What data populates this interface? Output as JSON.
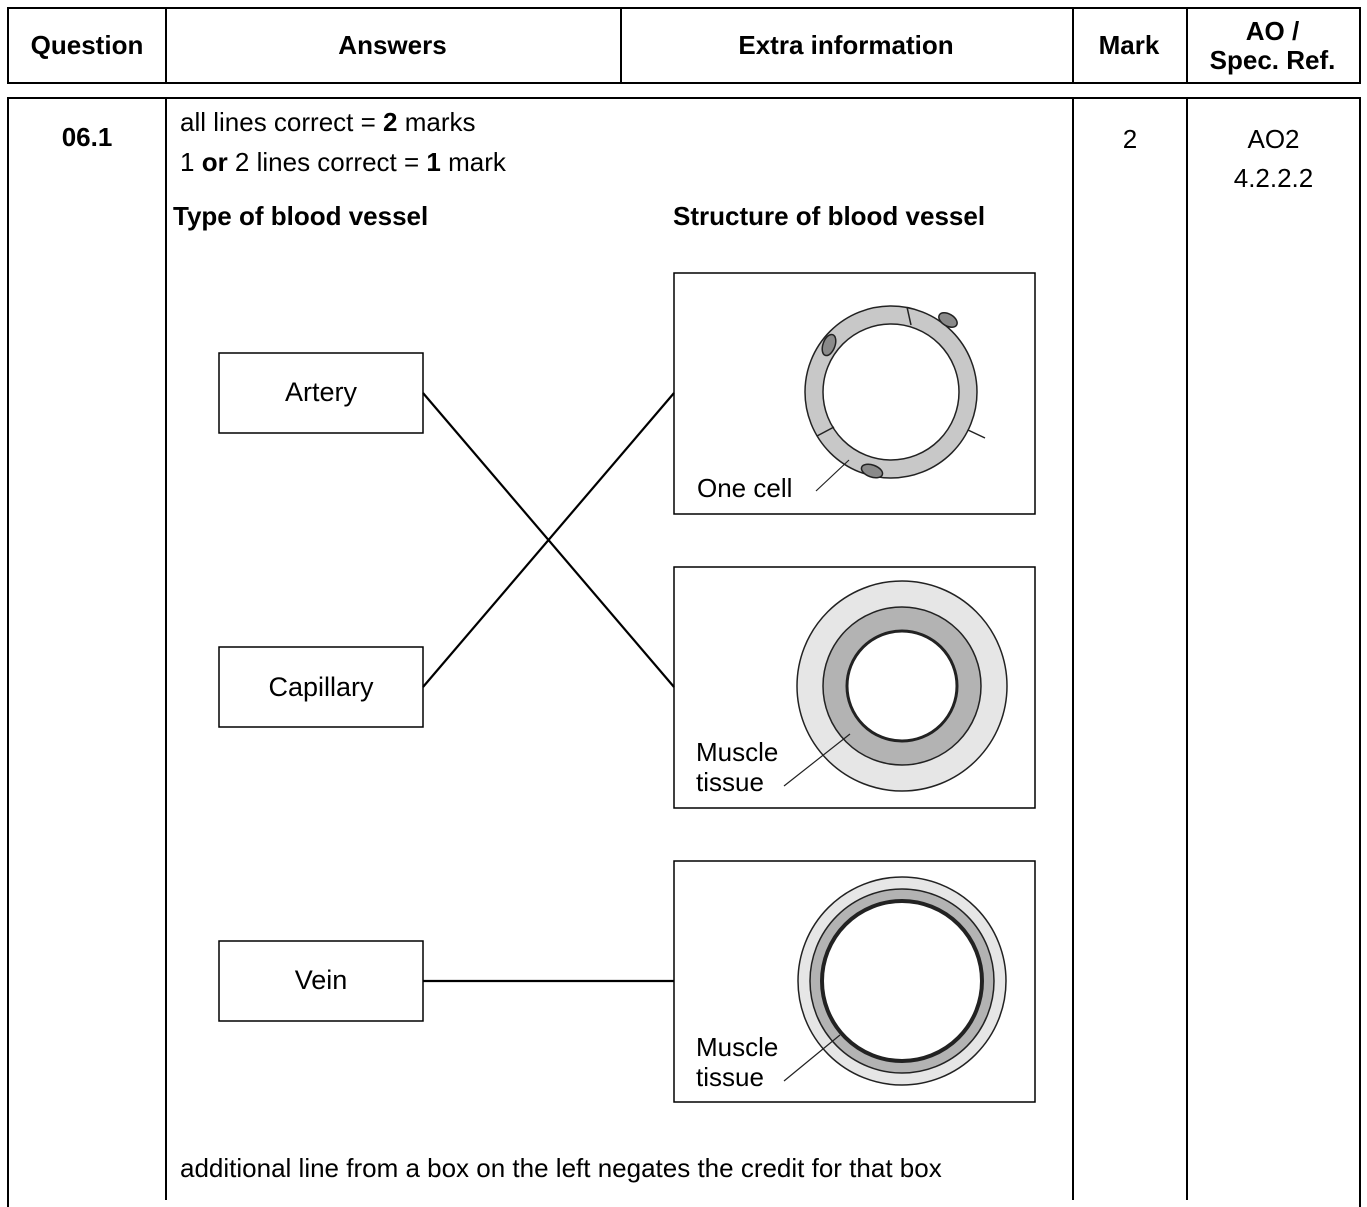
{
  "header": {
    "question": "Question",
    "answers": "Answers",
    "extra": "Extra information",
    "mark": "Mark",
    "ao_line1": "AO /",
    "ao_line2": "Spec. Ref."
  },
  "row": {
    "question_number": "06.1",
    "rule1_prefix": "all lines correct = ",
    "rule1_bold": "2",
    "rule1_suffix": " marks",
    "rule2_prefix": "1 ",
    "rule2_bold1": "or",
    "rule2_middle": " 2 lines correct = ",
    "rule2_bold2": "1",
    "rule2_suffix": " mark",
    "mark": "2",
    "ao": "AO2",
    "spec_ref": "4.2.2.2",
    "footer_note": "additional line from a box on the left negates the credit for that box"
  },
  "diagram": {
    "left_heading": "Type of blood vessel",
    "right_heading": "Structure of blood vessel",
    "types": [
      "Artery",
      "Capillary",
      "Vein"
    ],
    "structure_labels": {
      "capillary": "One cell",
      "artery_line1": "Muscle",
      "artery_line2": "tissue",
      "vein_line1": "Muscle",
      "vein_line2": "tissue"
    },
    "matches": [
      {
        "type": "Artery",
        "structure": "thick muscle wall (middle box)"
      },
      {
        "type": "Capillary",
        "structure": "one cell wall (top box)"
      },
      {
        "type": "Vein",
        "structure": "thin muscle wall (bottom box)"
      }
    ],
    "colors": {
      "outer_wall": "#e6e6e6",
      "muscle": "#b3b3b3",
      "cell_wall": "#c8c8c8",
      "nucleus": "#8a8a8a"
    }
  }
}
